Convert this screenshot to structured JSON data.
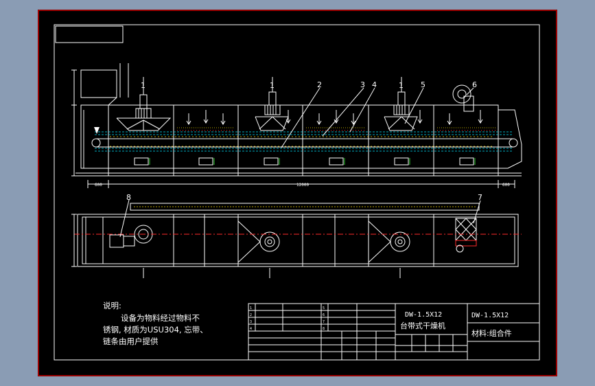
{
  "drawing": {
    "balloons": [
      "1",
      "1",
      "1",
      "2",
      "3",
      "4",
      "5",
      "6",
      "7",
      "8"
    ],
    "dimensions": {
      "total_length": "12000",
      "left_overhang": "600",
      "right_overhang": "600"
    },
    "notes": {
      "title": "说明:",
      "line1": "设备为物料经过物料不",
      "line2": "锈钢, 材质为USU304, 忘带、",
      "line3": "链条由用户提供"
    },
    "title_block": {
      "drawing_no": "DW-1.5X12",
      "name": "台带式干燥机",
      "code_right": "DW-1.5X12",
      "material": "材料:组合件"
    },
    "colors": {
      "background": "#8a9cb4",
      "canvas": "#000000",
      "frame": "#ff0000",
      "lines": "#ffffff",
      "hidden": "#00e5ff",
      "accent": "#ffe000"
    }
  }
}
